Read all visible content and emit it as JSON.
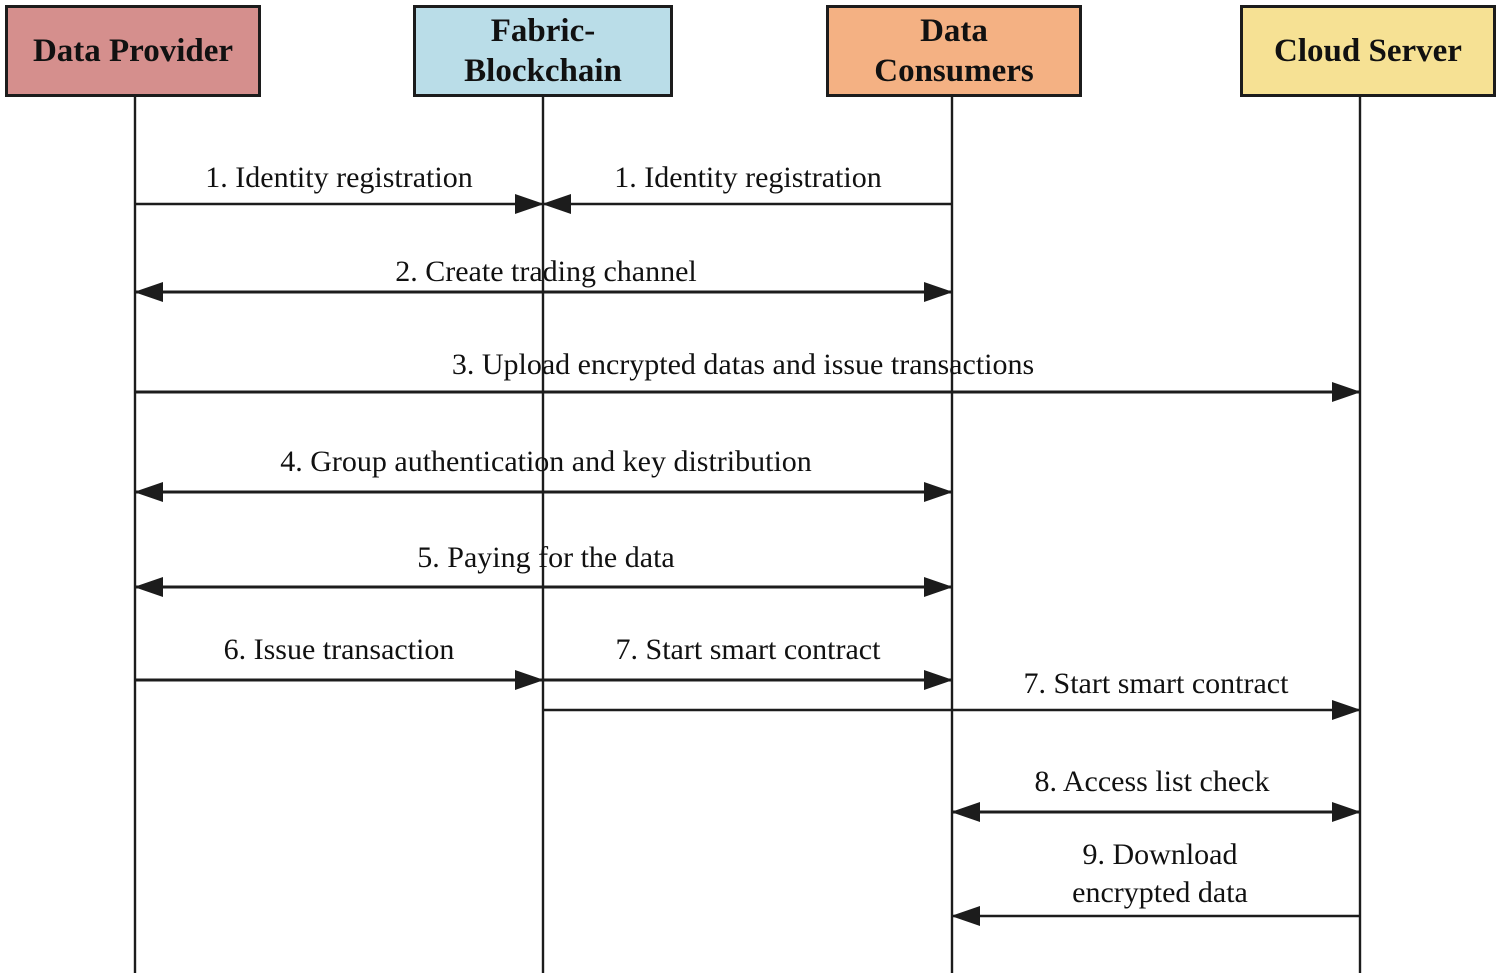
{
  "diagram": {
    "type": "sequence-diagram",
    "colors": {
      "background": "#ffffff",
      "line": "#1c1c1c",
      "text": "#111111",
      "actor_data_provider_fill": "#D58F8D",
      "actor_fabric_blockchain_fill": "#BADDE8",
      "actor_data_consumers_fill": "#F4B183",
      "actor_cloud_server_fill": "#F6E194"
    }
  },
  "actors": [
    {
      "id": "data-provider",
      "label": "Data Provider",
      "fill": "#D58F8D"
    },
    {
      "id": "fabric-blockchain",
      "label": "Fabric-\nBlockchain",
      "fill": "#BADDE8"
    },
    {
      "id": "data-consumers",
      "label": "Data\nConsumers",
      "fill": "#F4B183"
    },
    {
      "id": "cloud-server",
      "label": "Cloud Server",
      "fill": "#F6E194"
    }
  ],
  "messages": [
    {
      "label": "1. Identity registration",
      "from": "Data Provider",
      "to": "Fabric-Blockchain",
      "arrow": "right"
    },
    {
      "label": "1. Identity registration",
      "from": "Data Consumers",
      "to": "Fabric-Blockchain",
      "arrow": "left"
    },
    {
      "label": "2. Create trading channel",
      "from": "Data Provider",
      "to": "Data Consumers",
      "arrow": "both"
    },
    {
      "label": "3. Upload encrypted datas and issue transactions",
      "from": "Data Provider",
      "to": "Cloud Server",
      "arrow": "right"
    },
    {
      "label": "4. Group authentication and key distribution",
      "from": "Data Provider",
      "to": "Data Consumers",
      "arrow": "both"
    },
    {
      "label": "5. Paying for the data",
      "from": "Data Provider",
      "to": "Data Consumers",
      "arrow": "both"
    },
    {
      "label": "6. Issue transaction",
      "from": "Data Provider",
      "to": "Fabric-Blockchain",
      "arrow": "right"
    },
    {
      "label": "7. Start smart contract",
      "from": "Fabric-Blockchain",
      "to": "Data Consumers",
      "arrow": "right"
    },
    {
      "label": "7. Start smart contract",
      "from": "Fabric-Blockchain",
      "to": "Cloud Server",
      "arrow": "right"
    },
    {
      "label": "8. Access list check",
      "from": "Data Consumers",
      "to": "Cloud Server",
      "arrow": "both"
    },
    {
      "label": "9. Download\nencrypted data",
      "from": "Cloud Server",
      "to": "Data Consumers",
      "arrow": "left"
    }
  ]
}
